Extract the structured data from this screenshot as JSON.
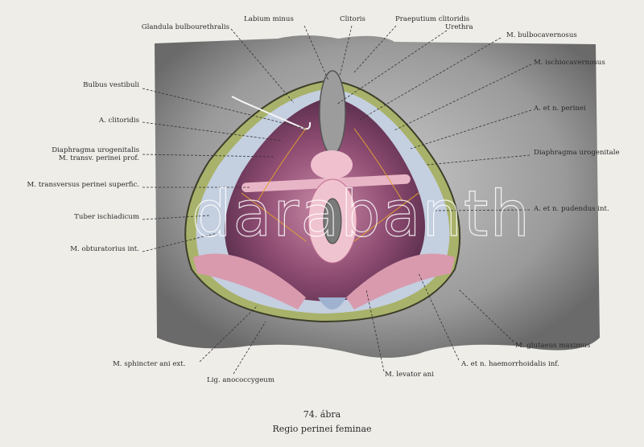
{
  "figure": {
    "number": "74. ábra",
    "title": "Regio perinei feminae",
    "watermark": "darabanth"
  },
  "labels_left": [
    "Glandula bulbourethralis",
    "Bulbus vestibuli",
    "A. clitoridis",
    "Diaphragma urogenitalis",
    "M. transv. perinei prof.",
    "M. transversus perinei superfic.",
    "Tuber ischiadicum",
    "M. obturatorius int.",
    "M. sphincter ani ext.",
    "Lig. anococcygeum"
  ],
  "labels_top": [
    "Labium minus",
    "Clitoris",
    "Praeputium clitoridis",
    "Urethra"
  ],
  "labels_right": [
    "M. bulbocavernosus",
    "M. ischiocavernosus",
    "A. et n. perinei",
    "Diaphragma urogenitale",
    "A. et n. pudendus int.",
    "M. glutaeus maximus",
    "A. et n. haemorrhoidalis inf.",
    "M. levator ani"
  ],
  "colors": {
    "paper": "#efede8",
    "skin": "#8a8a8a",
    "rim": "#a9b26a",
    "muscle": "#c77d9a",
    "cavity": "#6b3a5c"
  }
}
